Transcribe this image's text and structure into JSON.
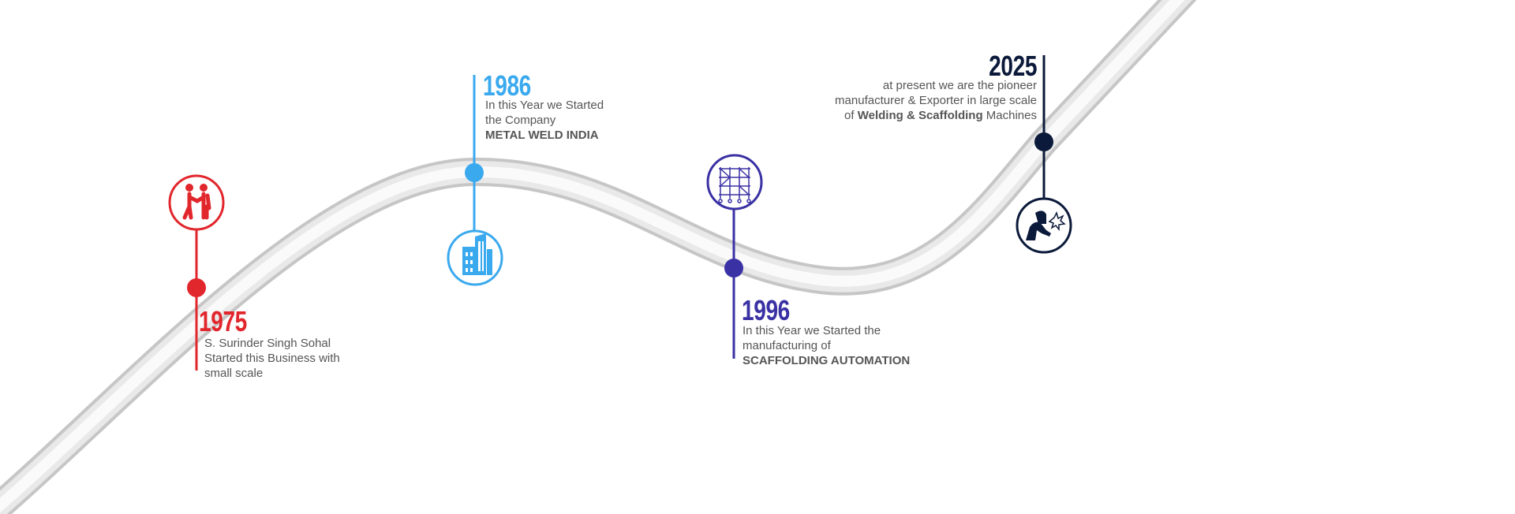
{
  "colors": {
    "y1975": "#e1262c",
    "y1986": "#3aa9ee",
    "y1996": "#3a31a4",
    "y2025": "#0b1a3a",
    "road": "#c6c6c6"
  },
  "milestones": [
    {
      "year": "1975",
      "lines": [
        "S. Surinder Singh Sohal",
        "Started this Business with",
        "small scale"
      ],
      "icon": "people-meeting-icon"
    },
    {
      "year": "1986",
      "lines": [
        "In this Year we Started",
        "the Company"
      ],
      "bold": "METAL WELD INDIA",
      "icon": "building-icon"
    },
    {
      "year": "1996",
      "lines": [
        "In this Year we Started the",
        "manufacturing of"
      ],
      "bold": "SCAFFOLDING AUTOMATION",
      "icon": "scaffolding-icon"
    },
    {
      "year": "2025",
      "lines": [
        "at present we are the pioneer",
        "manufacturer & Exporter in large scale"
      ],
      "pre": "of ",
      "bold": "Welding & Scaffolding",
      "post": " Machines",
      "icon": "welder-icon"
    }
  ]
}
